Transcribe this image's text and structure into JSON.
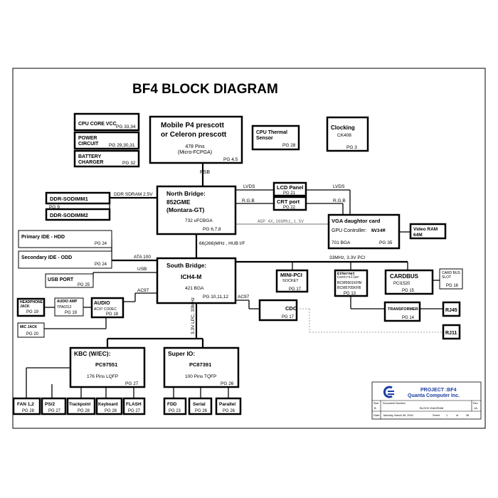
{
  "title": "BF4 BLOCK DIAGRAM",
  "cpu": {
    "name1": "Mobile P4 prescott",
    "name2": "or Celeron prescott",
    "pins": "478 Pins",
    "pkg": "(Micro-FCPGA)",
    "pg": "PG 4,5"
  },
  "cpu_thermal": {
    "line1": "CPU Thermal",
    "line2": "Sensor",
    "pg": "PG 28"
  },
  "clocking": {
    "name": "Clocking",
    "part": "CK408",
    "pg": "PG 3"
  },
  "cpu_core_vcc": {
    "name": "CPU CORE VCC",
    "pg": "PG 33,34"
  },
  "power_circuit": {
    "line1": "POWER",
    "line2": "CIRCUIT",
    "pg": "PG 29,30,31"
  },
  "battery_charger": {
    "line1": "BATTERY",
    "line2": "CHARGER",
    "pg": "PG 32"
  },
  "north_bridge": {
    "name": "North Bridge:",
    "chip": "852GME",
    "code": "(Montara-GT)",
    "pkg": "732 uFCBGA",
    "pg": "PG 6,7,8"
  },
  "ddr1": {
    "name": "DDR-SODIMM1",
    "pg": "PG 9"
  },
  "ddr2": {
    "name": "DDR-SODIMM2"
  },
  "lcd_panel": {
    "name": "LCD Panel",
    "pg": "PG 21"
  },
  "crt_port": {
    "name": "CRT port",
    "pg": "PG 22"
  },
  "vga": {
    "name": "VGA daughtor card",
    "ctrl": "GPU Controller:",
    "chip": "NV34M",
    "pkg": "701 BGA",
    "pg": "PG 35"
  },
  "video_ram": {
    "line1": "Video RAM",
    "line2": "64M"
  },
  "primary_ide": {
    "name": "Primary IDE - HDD",
    "pg": "PG 24"
  },
  "secondary_ide": {
    "name": "Secondary IDE - ODD",
    "pg": "PG 24"
  },
  "usb_port": {
    "name": "USB PORT",
    "pg": "PG 25"
  },
  "south_bridge": {
    "name": "South Bridge:",
    "chip": "ICH4-M",
    "pkg": "421 BGA",
    "pg": "PG 10,11,12"
  },
  "mini_pci": {
    "name": "MINI-PCI",
    "sub": "SOCKET",
    "pg": "PG 17"
  },
  "ethernet": {
    "line1": "Ethernet",
    "line2": "Controller",
    "line3": "BCM5901KFB/",
    "line4": "BCM5705KFB",
    "pg": "PG 13"
  },
  "cardbus": {
    "name": "CARDBUS",
    "part": "PCI1520",
    "pg": "PG 15"
  },
  "card_bus_slot": {
    "line1": "CARD BUS",
    "line2": "SLOT",
    "pg": "PG 16"
  },
  "transformer": {
    "name": "TRANSFORMER",
    "pg": "PG 14"
  },
  "rj45": {
    "name": "RJ45"
  },
  "rj11": {
    "name": "RJ11"
  },
  "cdc": {
    "name": "CDC",
    "pg": "PG 17"
  },
  "headphone": {
    "line1": "HEADPHONE",
    "line2": "JACK",
    "pg": "PG 19"
  },
  "audio_amp": {
    "name": "AUDIO AMP",
    "part": "TPA0312",
    "pg": "PG 19"
  },
  "audio": {
    "name": "AUDIO",
    "part": "AC97 CODEC",
    "pg": "PG 18"
  },
  "mic_jack": {
    "name": "MIC JACK",
    "pg": "PG 20"
  },
  "kbc": {
    "name": "KBC (W/EC):",
    "chip": "PC97551",
    "pkg": "176 Pins LQFP",
    "pg": "PG 27"
  },
  "super_io": {
    "name": "Super IO:",
    "chip": "PC87391",
    "pkg": "100 Pins TQFP",
    "pg": "PG 26"
  },
  "fan": {
    "name": "FAN 1,2",
    "pg": "PG 28"
  },
  "ps2": {
    "name": "PS/2",
    "pg": "PG 27"
  },
  "trackpoint": {
    "name": "Trackpoint",
    "pg": "PG 28"
  },
  "keyboard": {
    "name": "Keyboard",
    "pg": "PG 28"
  },
  "flash": {
    "name": "FLASH",
    "pg": "PG 27"
  },
  "fdd": {
    "name": "FDD",
    "pg": "PG 23"
  },
  "serial": {
    "name": "Serial",
    "pg": "PG 26"
  },
  "parallel": {
    "name": "Parallel",
    "pg": "PG 26"
  },
  "buses": {
    "psb": "PSB",
    "ddr_sdram": "DDR SDRAM 2.5V",
    "lvds_left": "LVDS",
    "lvds_right": "LVDS",
    "rgb_left": "R.G.B",
    "rgb_right": "R.G.B",
    "agp": "AGP 4X,266Mhz,1.5V",
    "hub": "66(266)MHz , HUB I/F",
    "ata": "ATA 100",
    "usb": "USB",
    "ac97_left": "AC97",
    "ac97_right": "AC97",
    "pci": "33MHz, 3.3V PCI",
    "lpc": "3.3V LPC, 33MHz"
  },
  "title_block": {
    "project": "PROJECT :BF4",
    "company": "Quanta Computer Inc.",
    "size_label": "Size",
    "size_value": "B",
    "docnum_label": "Document Number",
    "doc_title": "BLOCK DIAGRAM",
    "rev_label": "Rev",
    "rev_value": "1A",
    "date_label": "Date:",
    "date_value": "Monday, March 08, 2004",
    "sheet_label": "Sheet",
    "sheet_value": "1",
    "of_label": "of",
    "of_value": "38"
  },
  "colors": {
    "logo_blue": "#1d3fa0"
  }
}
